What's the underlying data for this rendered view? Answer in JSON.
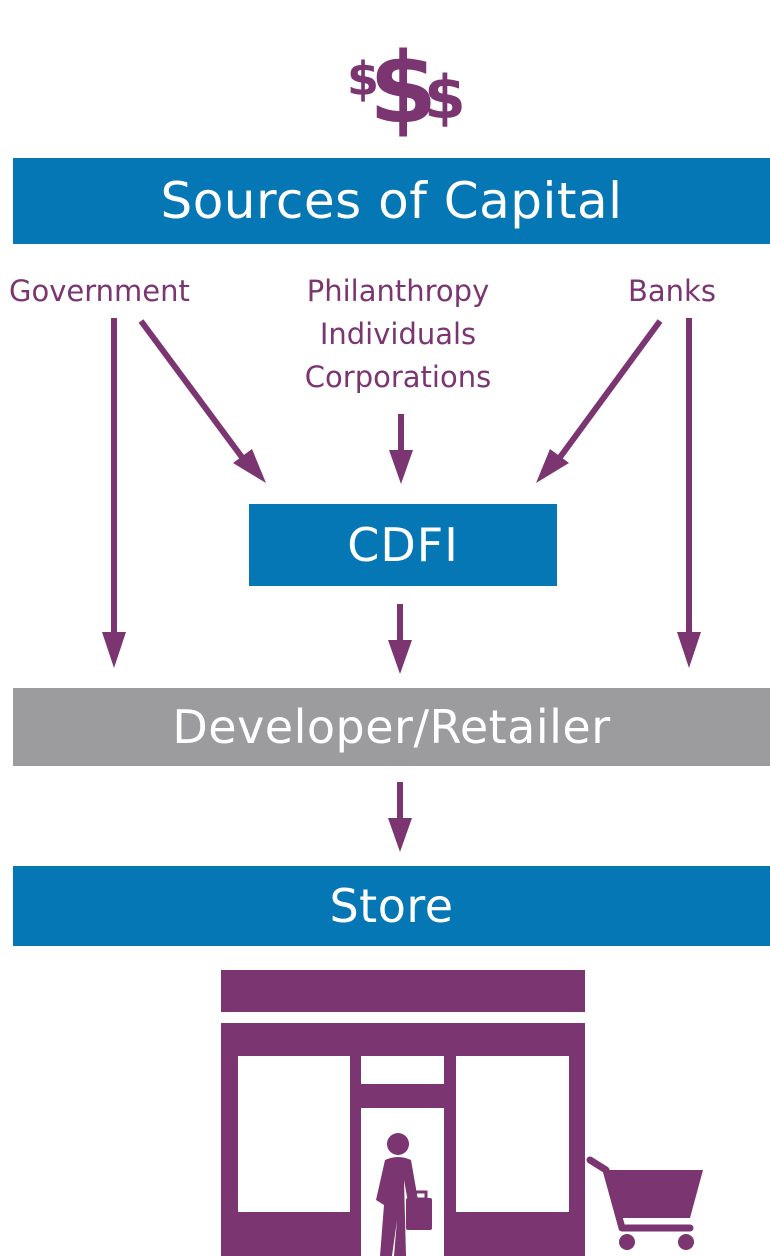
{
  "colors": {
    "blue": "#0577b5",
    "gray": "#9c9c9f",
    "purple": "#7b3672"
  },
  "icons": [
    "dollar-signs-icon",
    "storefront-icon",
    "shopper-icon",
    "shopping-cart-icon"
  ],
  "header_bar": {
    "label": "Sources of Capital"
  },
  "sources": {
    "government": "Government",
    "middle": [
      "Philanthropy",
      "Individuals",
      "Corporations"
    ],
    "banks": "Banks"
  },
  "cdfi": {
    "label": "CDFI"
  },
  "developer_bar": {
    "label": "Developer/Retailer"
  },
  "store_bar": {
    "label": "Store"
  }
}
